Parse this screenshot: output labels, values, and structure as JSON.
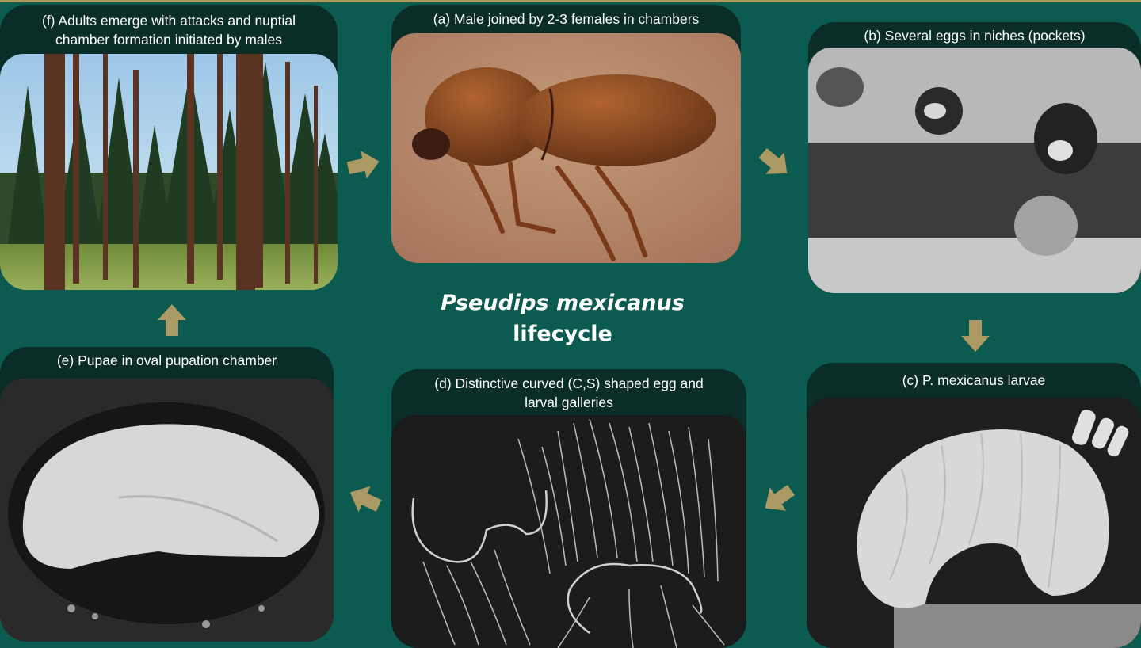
{
  "title": {
    "species": "Pseudips mexicanus",
    "subtitle": "lifecycle"
  },
  "stages": {
    "f": {
      "caption_line1": "(f)  Adults emerge with attacks and nuptial",
      "caption_line2": "chamber formation initiated by males"
    },
    "a": {
      "caption": "(a)  Male joined by 2-3 females in chambers"
    },
    "b": {
      "caption": "(b) Several eggs in niches (pockets)"
    },
    "c": {
      "caption": "(c) P. mexicanus larvae"
    },
    "d": {
      "caption_line1": "(d) Distinctive curved (C,S) shaped egg and",
      "caption_line2": "larval galleries"
    },
    "e": {
      "caption": "(e) Pupae in oval pupation chamber"
    }
  },
  "colors": {
    "background": "#0b5b50",
    "panel": "#0a2d28",
    "arrow": "#ab9a64",
    "text": "#ffffff"
  }
}
